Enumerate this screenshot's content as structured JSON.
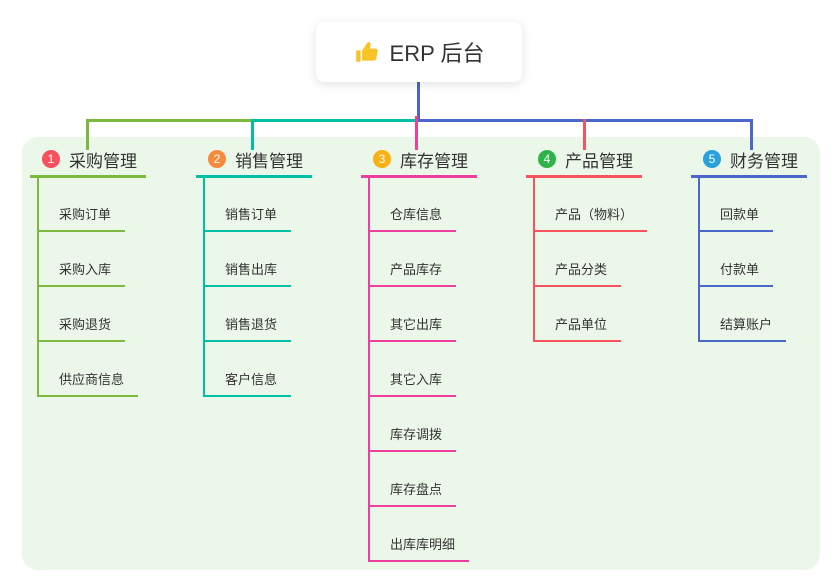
{
  "root": {
    "title": "ERP 后台",
    "icon": "thumbs-up-icon",
    "icon_color": "#f7c325",
    "connector_color": "#5062c8"
  },
  "panel": {
    "background": "#ebf7e8"
  },
  "branches": [
    {
      "index": "1",
      "title": "采购管理",
      "badge_color": "#f5515f",
      "line_color": "#7cb93e",
      "items": [
        "采购订单",
        "采购入库",
        "采购退货",
        "供应商信息"
      ]
    },
    {
      "index": "2",
      "title": "销售管理",
      "badge_color": "#f68b3e",
      "line_color": "#00bfa5",
      "items": [
        "销售订单",
        "销售出库",
        "销售退货",
        "客户信息"
      ]
    },
    {
      "index": "3",
      "title": "库存管理",
      "badge_color": "#f9b115",
      "line_color": "#ed3f9b",
      "items": [
        "仓库信息",
        "产品库存",
        "其它出库",
        "其它入库",
        "库存调拨",
        "库存盘点",
        "出库库明细"
      ]
    },
    {
      "index": "4",
      "title": "产品管理",
      "badge_color": "#2eb34a",
      "line_color": "#f8525e",
      "items": [
        "产品（物料）",
        "产品分类",
        "产品单位"
      ]
    },
    {
      "index": "5",
      "title": "财务管理",
      "badge_color": "#2aa0dc",
      "line_color": "#4b66cc",
      "items": [
        "回款单",
        "付款单",
        "结算账户"
      ]
    }
  ]
}
